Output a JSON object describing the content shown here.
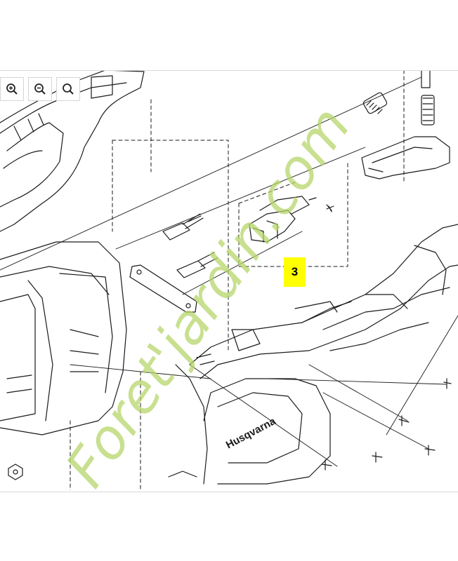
{
  "toolbar": {
    "buttons": [
      {
        "name": "zoom-in",
        "glyph": "+"
      },
      {
        "name": "zoom-out",
        "glyph": "-"
      },
      {
        "name": "zoom-reset",
        "glyph": ""
      }
    ]
  },
  "diagram": {
    "callout_label": "3",
    "callout_color": "#ffff00",
    "brand_label": "Husqvarna",
    "line_color": "#1a1a1a"
  },
  "watermark": {
    "text": "Foret'jardin.com",
    "color": "#b5d66a",
    "dot_color": "#c9c2b8"
  }
}
